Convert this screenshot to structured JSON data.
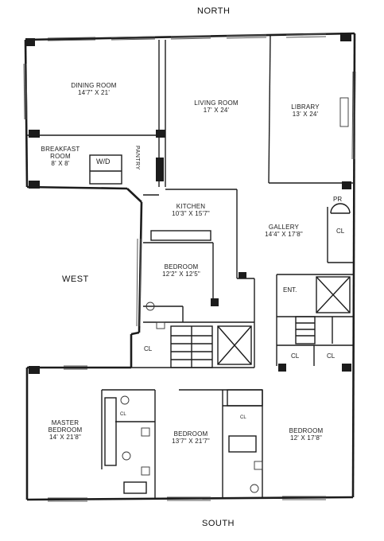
{
  "compass": {
    "north": "NORTH",
    "south": "SOUTH",
    "west": "WEST"
  },
  "rooms": {
    "dining_room": {
      "name": "DINING ROOM",
      "dims": "14'7\" X 21'"
    },
    "breakfast_room": {
      "name": "BREAKFAST ROOM",
      "dims": "8' X 8'"
    },
    "living_room": {
      "name": "LIVING ROOM",
      "dims": "17' X 24'"
    },
    "library": {
      "name": "LIBRARY",
      "dims": "13' X 24'"
    },
    "kitchen": {
      "name": "KITCHEN",
      "dims": "10'3\" X 15'7\""
    },
    "gallery": {
      "name": "GALLERY",
      "dims": "14'4\" X 17'8\""
    },
    "bedroom_center": {
      "name": "BEDROOM",
      "dims": "12'2\" X 12'5\""
    },
    "master_bedroom": {
      "name": "MASTER BEDROOM",
      "dims": "14' X 21'8\""
    },
    "bedroom_south": {
      "name": "BEDROOM",
      "dims": "13'7\" X 21'7\""
    },
    "bedroom_east": {
      "name": "BEDROOM",
      "dims": "12' X 17'8\""
    }
  },
  "labels": {
    "wd": "W/D",
    "pantry": "PANTRY",
    "pr": "PR",
    "ent": "ENT.",
    "cl": "CL"
  },
  "colors": {
    "wall": "#1c1c1c",
    "paper": "#ffffff"
  }
}
